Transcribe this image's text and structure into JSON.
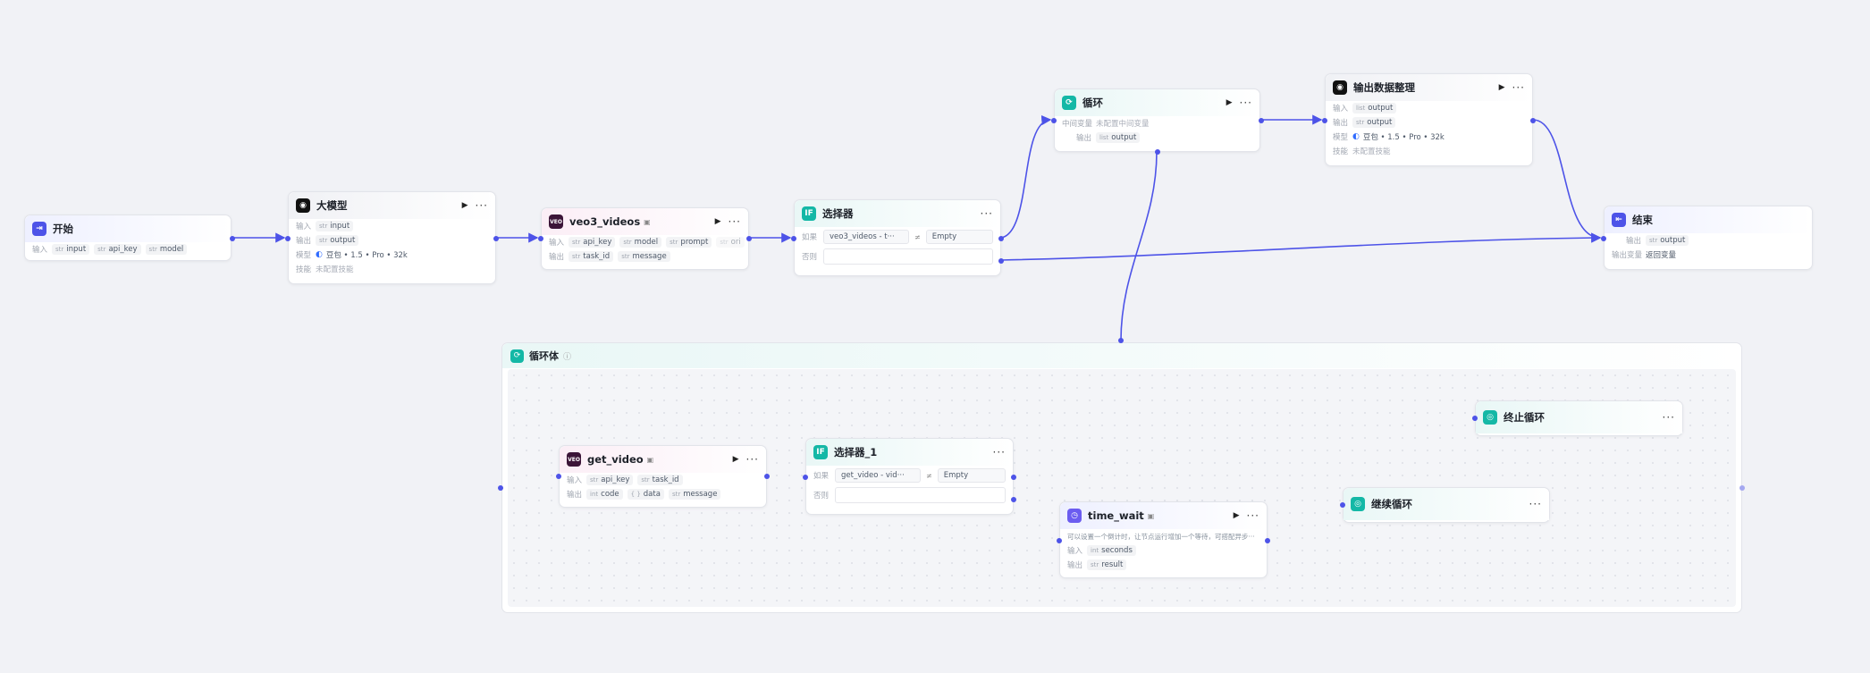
{
  "colors": {
    "accent": "#4d53e8",
    "teal": "#14b8a6",
    "ink": "#1d2129"
  },
  "nodes": {
    "start": {
      "title": "开始",
      "input_label": "输入",
      "inputs": [
        "input",
        "api_key",
        "model"
      ]
    },
    "llm": {
      "title": "大模型",
      "input_label": "输入",
      "input": "input",
      "output_label": "输出",
      "output": "output",
      "model_label": "模型",
      "model": "豆包 • 1.5 • Pro • 32k",
      "skill_label": "技能",
      "skill": "未配置技能"
    },
    "veo3": {
      "title": "veo3_videos",
      "input_label": "输入",
      "inputs": [
        "api_key",
        "model",
        "prompt",
        "ori"
      ],
      "output_label": "输出",
      "outputs": [
        "task_id",
        "message"
      ]
    },
    "selector": {
      "title": "选择器",
      "if_label": "如果",
      "var": "veo3_videos - t···",
      "op": "≠",
      "value": "Empty",
      "else_label": "否则"
    },
    "loop": {
      "title": "循环",
      "mid_label": "中间变量",
      "mid": "未配置中间变量",
      "output_label": "输出",
      "output": "output"
    },
    "output_org": {
      "title": "输出数据整理",
      "input_label": "输入",
      "input": "output",
      "output_label": "输出",
      "output": "output",
      "model_label": "模型",
      "model": "豆包 • 1.5 • Pro • 32k",
      "skill_label": "技能",
      "skill": "未配置技能"
    },
    "end": {
      "title": "结束",
      "output_label": "输出",
      "output": "output",
      "mode_label": "输出变量",
      "mode": "返回变量"
    },
    "loop_body": {
      "title": "循环体"
    },
    "get_video": {
      "title": "get_video",
      "input_label": "输入",
      "inputs": [
        "api_key",
        "task_id"
      ],
      "output_label": "输出",
      "outputs": [
        "code",
        "data",
        "message"
      ]
    },
    "selector1": {
      "title": "选择器_1",
      "if_label": "如果",
      "var": "get_video - vid···",
      "op": "≠",
      "value": "Empty",
      "else_label": "否则"
    },
    "stop_loop": {
      "title": "终止循环"
    },
    "continue_loop": {
      "title": "继续循环"
    },
    "time_wait": {
      "title": "time_wait",
      "desc": "可以设置一个倒计时，让节点运行增加一个等待，可搭配异步···",
      "input_label": "输入",
      "input": "seconds",
      "output_label": "输出",
      "output": "result"
    }
  }
}
